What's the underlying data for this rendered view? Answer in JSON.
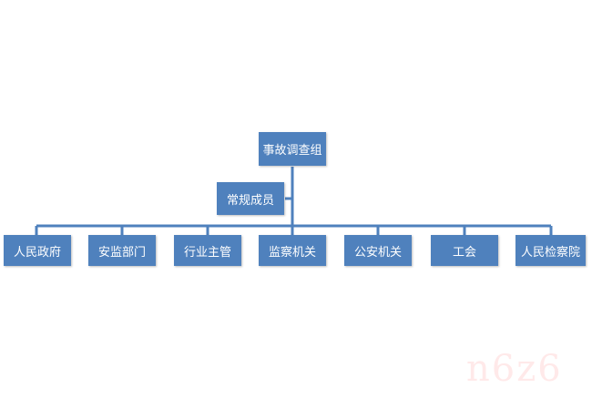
{
  "root": {
    "label": "事故调查组"
  },
  "assistant": {
    "label": "常规成员"
  },
  "children": [
    {
      "label": "人民政府"
    },
    {
      "label": "安监部门"
    },
    {
      "label": "行业主管"
    },
    {
      "label": "监察机关"
    },
    {
      "label": "公安机关"
    },
    {
      "label": "工会"
    },
    {
      "label": "人民检察院"
    }
  ],
  "watermark": "n6z6",
  "colors": {
    "box": "#4f81bd",
    "line": "#4f81bd",
    "text": "#ffffff"
  }
}
